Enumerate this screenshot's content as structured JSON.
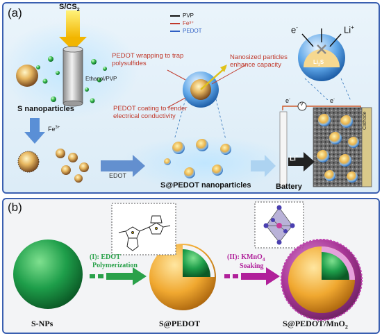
{
  "panel_a": {
    "label": "(a)",
    "precursor": "S/CS",
    "precursor_sub": "2",
    "solvent": "Ethanol/PVP",
    "s_nanoparticles": "S nanoparticles",
    "fe_ion": "Fe",
    "fe_ion_sup": "3+",
    "edot": "EDOT",
    "product": "S@PEDOT nanoparticles",
    "battery": "Battery",
    "cathode": "Cathode",
    "li": "Li",
    "li_sup": "+",
    "electron": "e",
    "electron_sup": "-",
    "voltmeter": "V",
    "sphere_core": "Li",
    "sphere_core_sub": "2",
    "sphere_core_suffix": "S",
    "legend": {
      "items": [
        {
          "label": "PVP",
          "color": "#111111"
        },
        {
          "label": "Fe³⁺",
          "color": "#c0392b"
        },
        {
          "label": "PEDOT",
          "color": "#2f5fc4"
        }
      ]
    },
    "annotations": {
      "wrapping": "PEDOT wrapping to trap polysulfides",
      "nanosized": "Nanosized particles enhance capacity",
      "coating": "PEDOT coating to render electrical conductivity"
    }
  },
  "panel_b": {
    "label": "(b)",
    "step1": "(I): EDOT",
    "step1_line2": "Polymerization",
    "step2": "(II): KMnO",
    "step2_sub": "4",
    "step2_line2": "Soaking",
    "snp": "S-NPs",
    "spedot": "S@PEDOT",
    "final": "S@PEDOT/MnO",
    "final_sub": "2"
  },
  "colors": {
    "border": "#3a5fb0",
    "sulfur_green": "#1e9e4a",
    "pedot_orange": "#f0a830",
    "mno2_purple": "#a0208c",
    "arrow_green": "#2aa14a",
    "arrow_purple": "#b0209a",
    "annotation_red": "#c0392b"
  }
}
